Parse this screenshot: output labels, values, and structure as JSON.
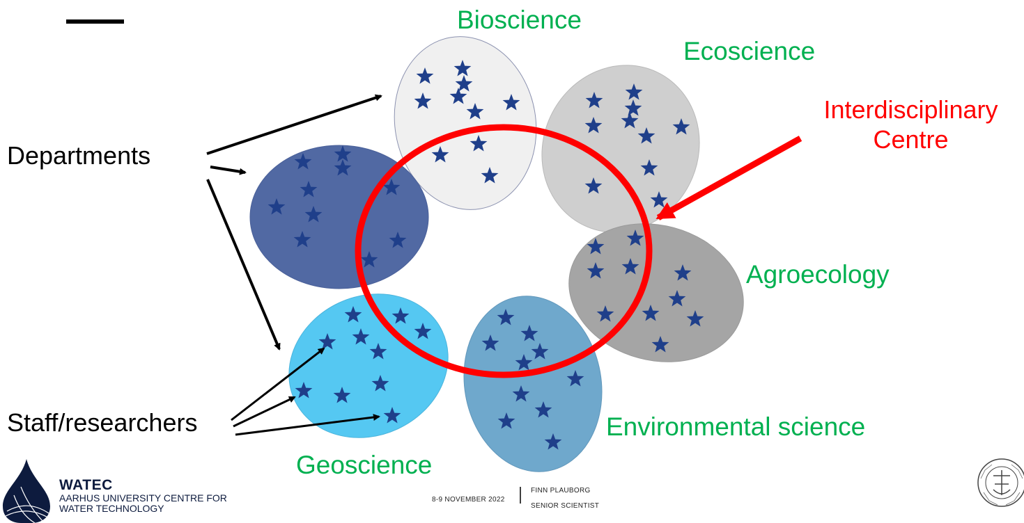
{
  "departments": [
    {
      "key": "biology",
      "name": "Bioscience",
      "color": "#f0f0f0",
      "stroke": "#8c92b0"
    },
    {
      "key": "eco",
      "name": "Ecoscience",
      "color": "#cfcfcf",
      "stroke": "#b9b9b9"
    },
    {
      "key": "agro",
      "name": "Agroecology",
      "color": "#a5a5a5",
      "stroke": "#9a9a9a"
    },
    {
      "key": "env",
      "name": "Environmental science",
      "color": "#6fa8cc",
      "stroke": "#6197bb"
    },
    {
      "key": "geo",
      "name": "Geoscience",
      "color": "#55c8f2",
      "stroke": "#4bb4dc"
    },
    {
      "key": "dark",
      "name": "",
      "color": "#5169a3",
      "stroke": "#4a6099"
    }
  ],
  "labels": {
    "departments": "Departments",
    "staff": "Staff/researchers",
    "centre_line1": "Interdisciplinary",
    "centre_line2": "Centre"
  },
  "colors": {
    "green_label": "#00b050",
    "centre_red": "#ff0000",
    "star": "#1f3f8a"
  },
  "footer": {
    "date": "8-9 NOVEMBER 2022",
    "author": "FINN PLAUBORG",
    "title": "SENIOR SCIENTIST",
    "logo_name": "WATEC",
    "logo_sub1": "AARHUS UNIVERSITY CENTRE FOR",
    "logo_sub2": "WATER TECHNOLOGY"
  }
}
